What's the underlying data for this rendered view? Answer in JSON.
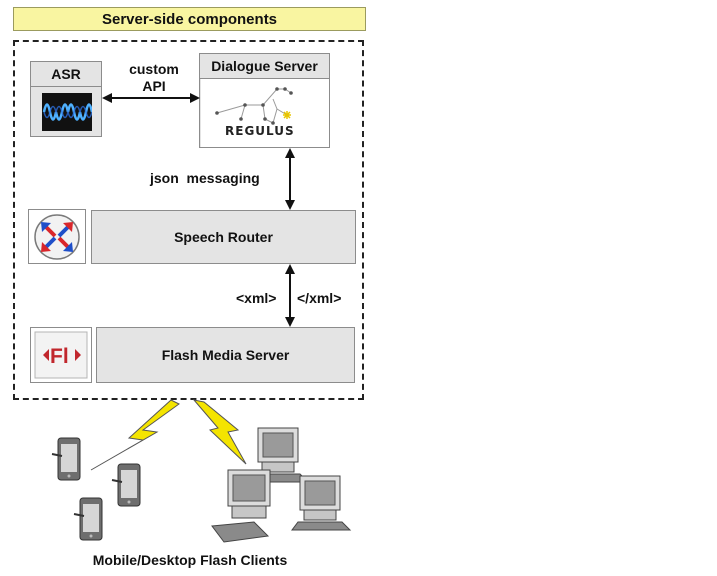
{
  "title": "Server-side components",
  "asr": {
    "label": "ASR"
  },
  "custom_api": {
    "line1": "custom",
    "line2": "API"
  },
  "dialogue_server": {
    "label": "Dialogue Server",
    "logo_text": "REGULUS"
  },
  "json_messaging": "json  messaging",
  "speech_router": {
    "label": "Speech Router"
  },
  "xml_open": "<xml>",
  "xml_close": "</xml>",
  "flash_media_server": {
    "label": "Flash Media Server",
    "logo_text": "Fl"
  },
  "clients_label": "Mobile/Desktop Flash Clients",
  "colors": {
    "title_bg": "#f9f5a1",
    "box_bg": "#e4e4e4",
    "lightning": "#f4e400",
    "flash_red": "#c1272d"
  }
}
